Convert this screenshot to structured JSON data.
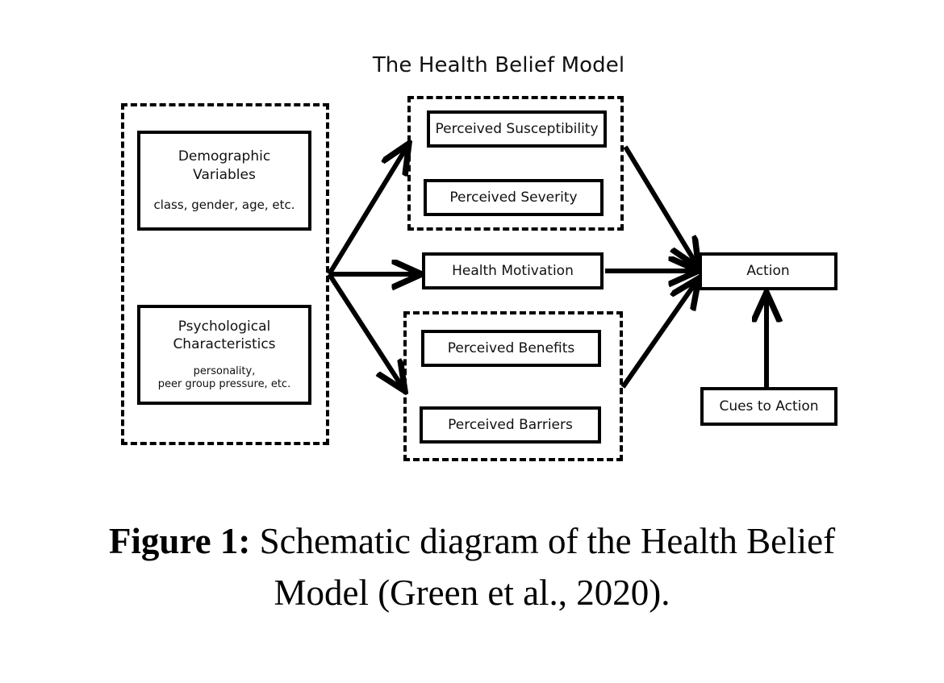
{
  "figure": {
    "diagram_title": "The Health Belief Model",
    "caption_label": "Figure 1:",
    "caption_text": " Schematic diagram of the Health Belief Model (Green et al., 2020).",
    "colors": {
      "stroke": "#000000",
      "background": "#ffffff",
      "text": "#111111"
    }
  },
  "groups": {
    "individual_perceptions": {
      "name": "left-dashed-group"
    },
    "threat_perceptions": {
      "name": "top-dashed-group"
    },
    "evaluation_perceptions": {
      "name": "bottom-dashed-group"
    }
  },
  "nodes": {
    "demographic": {
      "main": "Demographic\nVariables",
      "main_line1": "Demographic",
      "main_line2": "Variables",
      "sub": "class, gender, age, etc."
    },
    "psychological": {
      "main_line1": "Psychological",
      "main_line2": "Characteristics",
      "sub_line1": "personality,",
      "sub_line2": "peer group pressure, etc."
    },
    "susceptibility": {
      "label": "Perceived Susceptibility"
    },
    "severity": {
      "label": "Perceived Severity"
    },
    "motivation": {
      "label": "Health Motivation"
    },
    "benefits": {
      "label": "Perceived Benefits"
    },
    "barriers": {
      "label": "Perceived Barriers"
    },
    "action": {
      "label": "Action"
    },
    "cues": {
      "label": "Cues to Action"
    }
  },
  "arrows": [
    {
      "name": "arrow-perceptions-to-threat",
      "from": "individual-perceptions",
      "to": "threat-group"
    },
    {
      "name": "arrow-perceptions-to-motivation",
      "from": "individual-perceptions",
      "to": "health-motivation"
    },
    {
      "name": "arrow-perceptions-to-evaluation",
      "from": "individual-perceptions",
      "to": "evaluation-group"
    },
    {
      "name": "arrow-threat-to-action",
      "from": "threat-group",
      "to": "action"
    },
    {
      "name": "arrow-motivation-to-action",
      "from": "health-motivation",
      "to": "action"
    },
    {
      "name": "arrow-evaluation-to-action",
      "from": "evaluation-group",
      "to": "action"
    },
    {
      "name": "arrow-cues-to-action",
      "from": "cues-to-action",
      "to": "action"
    }
  ]
}
